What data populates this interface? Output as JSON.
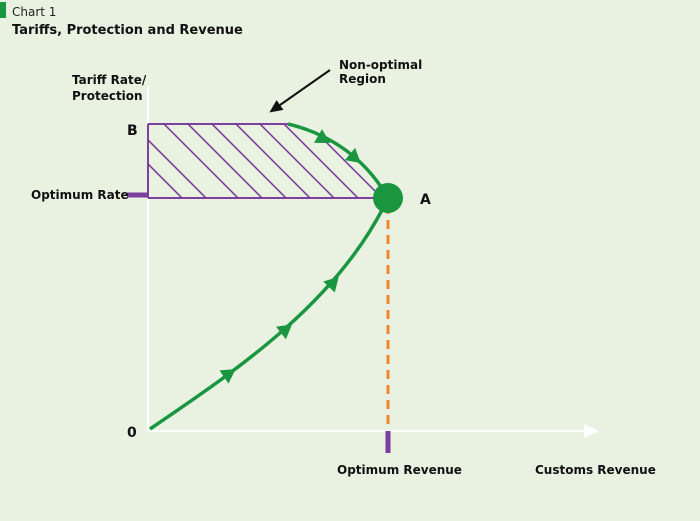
{
  "header": {
    "chart_number": "Chart 1",
    "title": "Tariffs, Protection and Revenue"
  },
  "diagram": {
    "y_axis_label_line1": "Tariff Rate/",
    "y_axis_label_line2": "Protection",
    "x_axis_label": "Customs Revenue",
    "optimum_rate_label": "Optimum Rate",
    "optimum_revenue_label": "Optimum Revenue",
    "annotation_line1": "Non-optimal",
    "annotation_line2": "Region",
    "point_a": "A",
    "point_b": "B",
    "origin": "0"
  },
  "colors": {
    "background": "#e9f2e1",
    "curve": "#1a9641",
    "region": "#7b3f9e",
    "revenue_line": "#f0862e",
    "axis": "#ffffff"
  }
}
